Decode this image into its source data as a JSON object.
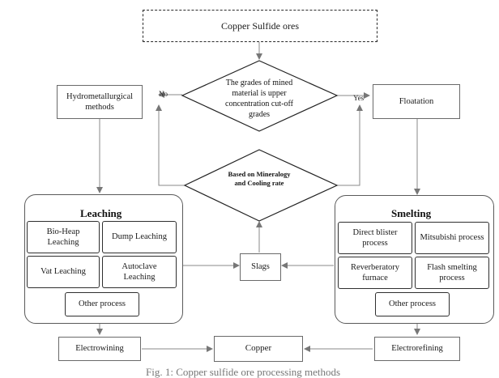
{
  "nodes": {
    "start": "Copper Sulfide ores",
    "decision_grade": "The grades of mined material is upper concentration cut-off grades",
    "decision_mineralogy": "Based on Mineralogy and Cooling rate",
    "hydrometallurgical": "Hydrometallurgical methods",
    "floatation": "Floatation",
    "slags": "Slags",
    "electrowining": "Electrowining",
    "copper": "Copper",
    "electrorefining": "Electrorefining"
  },
  "labels": {
    "no": "No",
    "yes": "Yes"
  },
  "leaching": {
    "title": "Leaching",
    "items": [
      "Bio-Heap Leaching",
      "Dump Leaching",
      "Vat Leaching",
      "Autoclave Leaching",
      "Other process"
    ]
  },
  "smelting": {
    "title": "Smelting",
    "items": [
      "Direct blister process",
      "Mitsubishi process",
      "Reverberatory furnace",
      "Flash smelting process",
      "Other process"
    ]
  },
  "caption": "Fig. 1: Copper sulfide ore processing methods"
}
